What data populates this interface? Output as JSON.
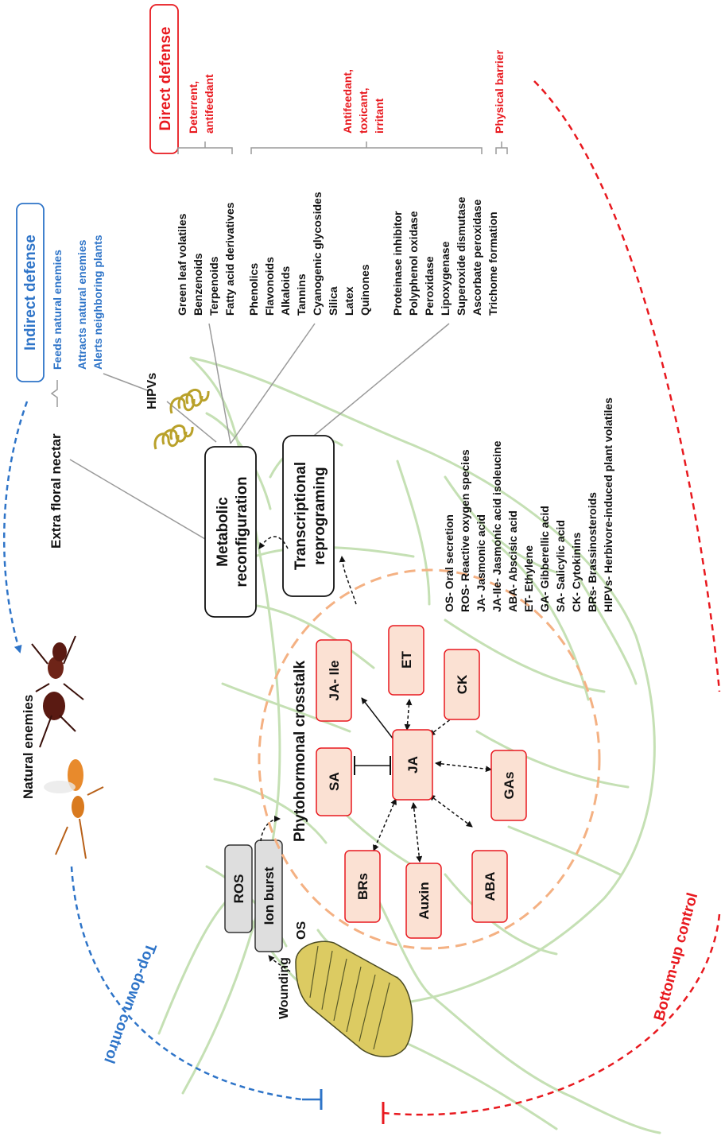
{
  "indirect_defense": {
    "title": "Indirect defense",
    "items": [
      "Feeds natural enemies",
      "Attracts natural enemies",
      "Alerts neighboring plants"
    ]
  },
  "natural_enemies": {
    "label": "Natural enemies"
  },
  "controls": {
    "top_down": "Top-down control",
    "bottom_up": "Bottom-up control"
  },
  "direct_defense": {
    "title": "Direct defense",
    "categories": [
      {
        "effect_lines": [
          "Deterrent,",
          "antifeedant"
        ],
        "items": [
          "Green leaf volatiles",
          "Benzenoids",
          "Terpenoids",
          "Fatty acid derivatives"
        ]
      },
      {
        "effect_lines": [
          "Antifeedant,",
          "toxicant,",
          "irritant"
        ],
        "items": [
          "Phenolics",
          "Flavonoids",
          "Alkaloids",
          "Tannins",
          "Cyanogenic glycosides",
          "Silica",
          "Latex",
          "Quinones"
        ]
      },
      {
        "effect_lines": [
          "Physical barrier"
        ],
        "items": [
          "Proteinase inhibitor",
          "Polyphenol oxidase",
          "Peroxidase",
          "Lipoxygenase",
          "Superoxide dismutase",
          "Ascorbate peroxidase",
          "Trichome formation"
        ]
      }
    ]
  },
  "labels": {
    "hipvs": "HIPVs",
    "extra_floral_nectar": "Extra floral nectar",
    "os": "OS",
    "wounding": "Wounding"
  },
  "nodes": {
    "metabolic": {
      "lines": [
        "Metabolic",
        "reconfiguration"
      ]
    },
    "transcriptional": {
      "lines": [
        "Transcriptional",
        "reprograming"
      ]
    },
    "ros": "ROS",
    "ion_burst": "Ion burst"
  },
  "crosstalk": {
    "title": "Phytohormonal  crosstalk",
    "hormones": {
      "ja_ile": "JA- Ile",
      "et": "ET",
      "ck": "CK",
      "sa": "SA",
      "ja": "JA",
      "gas": "GAs",
      "brs": "BRs",
      "auxin": "Auxin",
      "aba": "ABA"
    }
  },
  "abbreviations": [
    "OS- Oral secretion",
    "ROS- Reactive oxygen species",
    "JA- Jasmonic acid",
    "JA-Ile- Jasmonic acid isoleucine",
    "ABA- Abscisic acid",
    "ET- Ethylene",
    "GA- Gibberellic acid",
    "SA- Salicylic acid",
    "CK- Cytokinins",
    "BRs- Brassinosteroids",
    "HIPVs- Herbivore-induced plant volatiles"
  ],
  "colors": {
    "direct_defense": "#e8191f",
    "indirect_defense": "#2e74c8",
    "hormone_fill": "#fbe1d3",
    "leaf_vein": "#c5e0b4",
    "crosstalk_ring": "#f4b183"
  }
}
